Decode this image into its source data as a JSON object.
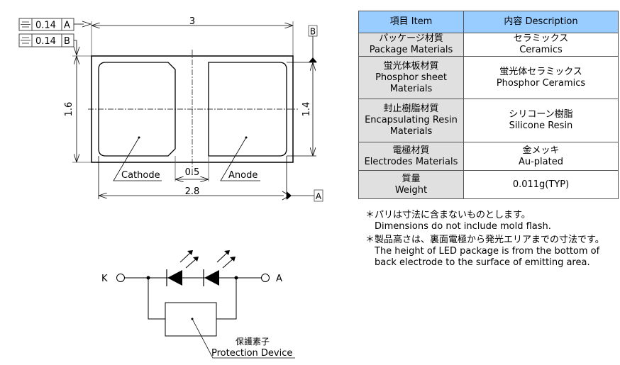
{
  "tolerance_frames": [
    {
      "symbol": "symmetry",
      "value": "0.14",
      "datum": "A"
    },
    {
      "symbol": "symmetry",
      "value": "0.14",
      "datum": "B"
    }
  ],
  "datum_labels": {
    "b": "B",
    "a": "A"
  },
  "dimensions": {
    "length": "3",
    "width": "1.6",
    "pad_height": "1.4",
    "pad_gap": "0.5",
    "pad_span": "2.8"
  },
  "pad_labels": {
    "cathode": "Cathode",
    "anode": "Anode"
  },
  "circuit": {
    "terminal_k": "K",
    "terminal_a": "A",
    "protection_label_jp": "保護素子",
    "protection_label_en": "Protection Device"
  },
  "table": {
    "headers": [
      "項目 Item",
      "内容 Description"
    ],
    "rows": [
      {
        "item_jp": "パッケージ材質",
        "item_en": [
          "Package Materials"
        ],
        "desc_jp": "セラミックス",
        "desc_en": "Ceramics"
      },
      {
        "item_jp": "蛍光体板材質",
        "item_en": [
          "Phosphor sheet",
          "Materials"
        ],
        "desc_jp": "蛍光体セラミックス",
        "desc_en": "Phosphor Ceramics"
      },
      {
        "item_jp": "封止樹脂材質",
        "item_en": [
          "Encapsulating Resin",
          "Materials"
        ],
        "desc_jp": "シリコーン樹脂",
        "desc_en": "Silicone Resin"
      },
      {
        "item_jp": "電極材質",
        "item_en": [
          "Electrodes Materials"
        ],
        "desc_jp": "金メッキ",
        "desc_en": "Au-plated"
      },
      {
        "item_jp": "質量",
        "item_en": [
          "Weight"
        ],
        "desc_jp": "",
        "desc_en": "0.011g(TYP)"
      }
    ]
  },
  "notes": [
    {
      "jp": "＊パリは寸法に含まないものとします。",
      "en": [
        "Dimensions do not include mold flash."
      ]
    },
    {
      "jp": "＊製品高さは、裏面電極から発光エリアまでの寸法です。",
      "en": [
        "The height of LED package is from the bottom of",
        "back electrode to the surface of emitting area."
      ]
    }
  ],
  "colors": {
    "header_bg": "#99ccff",
    "item_bg": "#e0e0e0",
    "line": "#000000",
    "datum_text": "#000000"
  }
}
